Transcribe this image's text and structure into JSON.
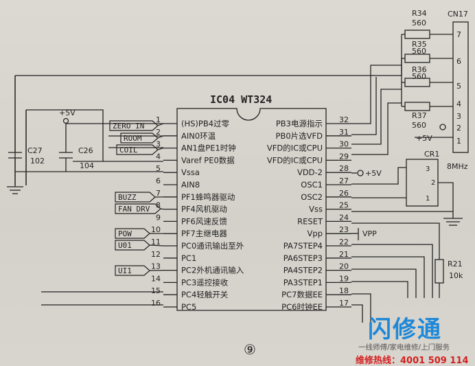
{
  "chip": {
    "title": "IC04 WT324"
  },
  "figure_label": "⑨",
  "left_pins": [
    {
      "num": "1",
      "label": "(HS)PB4过零"
    },
    {
      "num": "2",
      "label": "AIN0环温"
    },
    {
      "num": "3",
      "label": "AN1盘PE1时钟"
    },
    {
      "num": "4",
      "label": "Varef PE0数据"
    },
    {
      "num": "5",
      "label": "Vssa"
    },
    {
      "num": "6",
      "label": "AIN8"
    },
    {
      "num": "7",
      "label": "PF1蜂鸣器驱动"
    },
    {
      "num": "8",
      "label": "PF4风机驱动"
    },
    {
      "num": "9",
      "label": "PF6风速反馈"
    },
    {
      "num": "10",
      "label": "PF7主继电器"
    },
    {
      "num": "11",
      "label": "PC0通讯输出至外"
    },
    {
      "num": "12",
      "label": "PC1"
    },
    {
      "num": "13",
      "label": "PC2外机通讯输入"
    },
    {
      "num": "14",
      "label": "PC3遥控接收"
    },
    {
      "num": "15",
      "label": "PC4轻触开关"
    },
    {
      "num": "16",
      "label": "PC5"
    }
  ],
  "right_pins": [
    {
      "num": "32",
      "label": "PB3电源指示"
    },
    {
      "num": "31",
      "label": "PB0片选VFD"
    },
    {
      "num": "30",
      "label": "VFD的IC或CPU"
    },
    {
      "num": "29",
      "label": "VFD的IC或CPU"
    },
    {
      "num": "28",
      "label": "VDD-2"
    },
    {
      "num": "27",
      "label": "OSC1"
    },
    {
      "num": "26",
      "label": "OSC2"
    },
    {
      "num": "25",
      "label": "Vss"
    },
    {
      "num": "24",
      "label": "RESET"
    },
    {
      "num": "23",
      "label": "Vpp"
    },
    {
      "num": "22",
      "label": "PA7STEP4"
    },
    {
      "num": "21",
      "label": "PA6STEP3"
    },
    {
      "num": "20",
      "label": "PA4STEP2"
    },
    {
      "num": "19",
      "label": "PA3STEP1"
    },
    {
      "num": "18",
      "label": "PC7数据EE"
    },
    {
      "num": "17",
      "label": "PC6时钟EE"
    }
  ],
  "signal_tags": [
    "ZERO IN",
    "ROOM",
    "COIL",
    "BUZZ",
    "FAN DRV",
    "POW",
    "U01",
    "UI1"
  ],
  "capacitors": [
    {
      "ref": "C27",
      "value": "102"
    },
    {
      "ref": "C26",
      "value": "104"
    }
  ],
  "power": {
    "vcc_left": "+5V",
    "vcc_right": "+5V",
    "vcc_cn": "+5V",
    "vpp": "VPP"
  },
  "resistors": [
    {
      "ref": "R34",
      "value": "560"
    },
    {
      "ref": "R35",
      "value": "560"
    },
    {
      "ref": "R36",
      "value": "560"
    },
    {
      "ref": "R37",
      "value": "560"
    },
    {
      "ref": "R21",
      "value": "10k"
    }
  ],
  "connector": {
    "ref": "CN17",
    "pins": [
      "7",
      "6",
      "5",
      "4",
      "3",
      "2",
      "1"
    ]
  },
  "crystal": {
    "ref": "CR1",
    "freq": "8MHz",
    "pins": [
      "3",
      "2",
      "1"
    ]
  },
  "watermark": {
    "brand": "闪修通",
    "tagline": "一线师傅/家电维修/上门服务",
    "hotline": "维修热线：4001 509 114"
  }
}
